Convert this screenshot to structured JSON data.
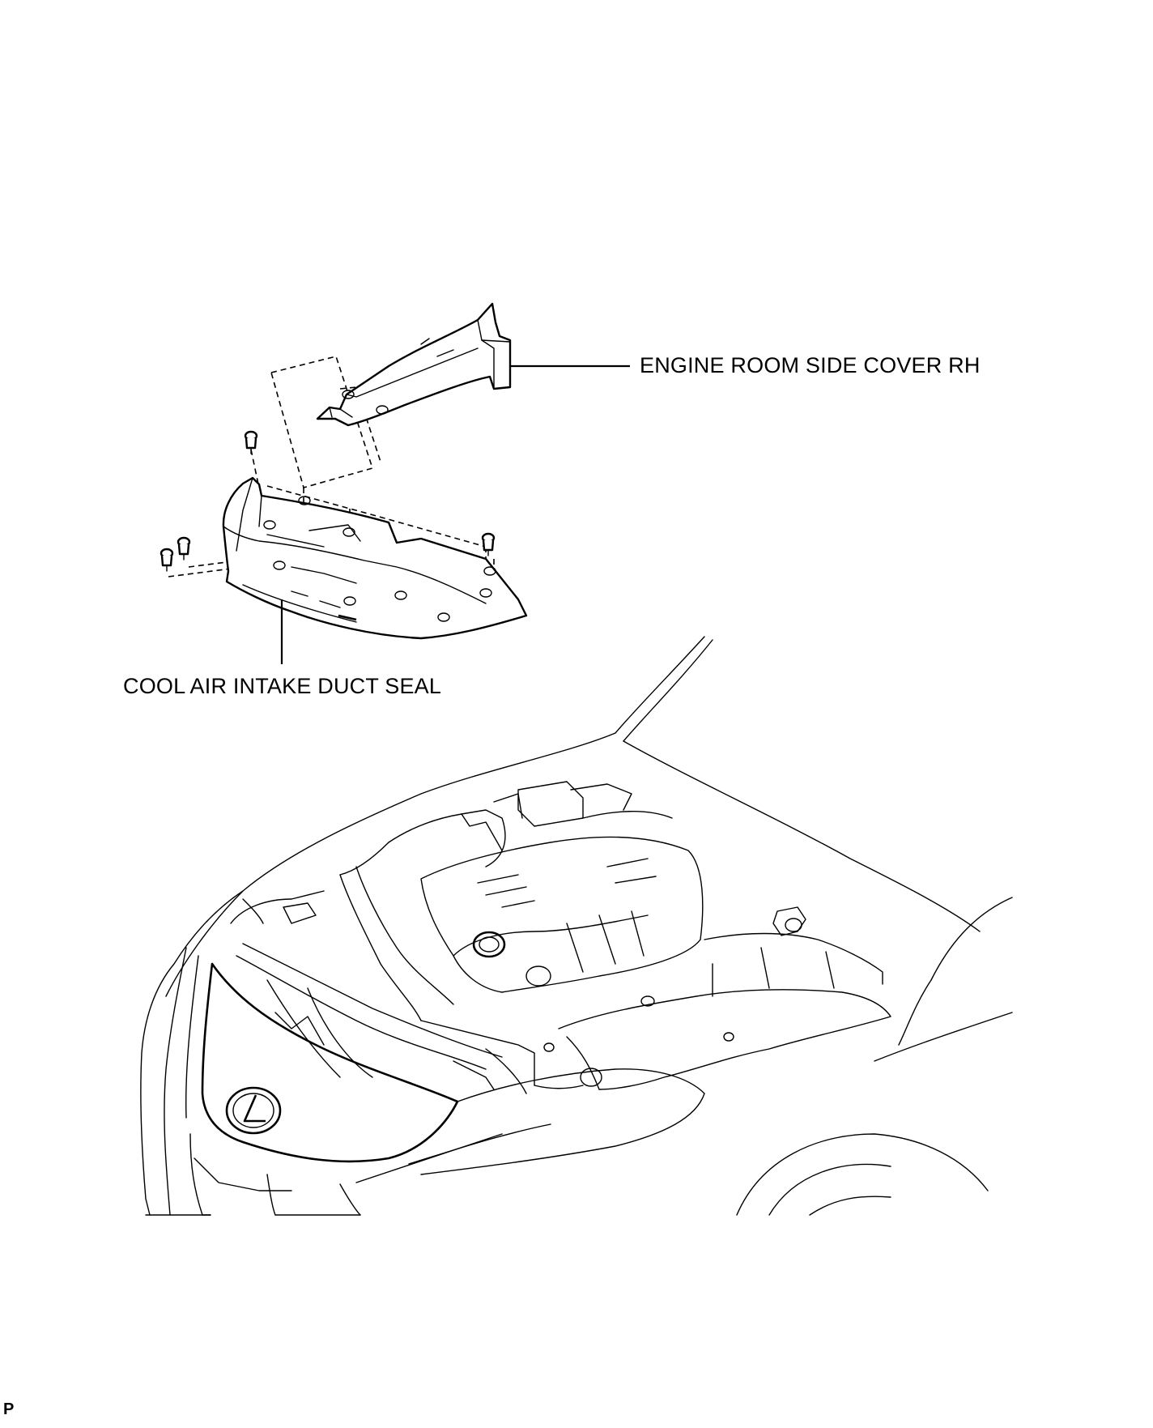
{
  "labels": {
    "engine_room_side_cover": "ENGINE ROOM SIDE COVER RH",
    "cool_air_intake_duct_seal": "COOL AIR INTAKE DUCT SEAL",
    "illustration_code": "P"
  },
  "colors": {
    "line": "#000000",
    "background": "#ffffff"
  },
  "icons": [
    "clip-icon",
    "lexus-emblem-icon"
  ]
}
